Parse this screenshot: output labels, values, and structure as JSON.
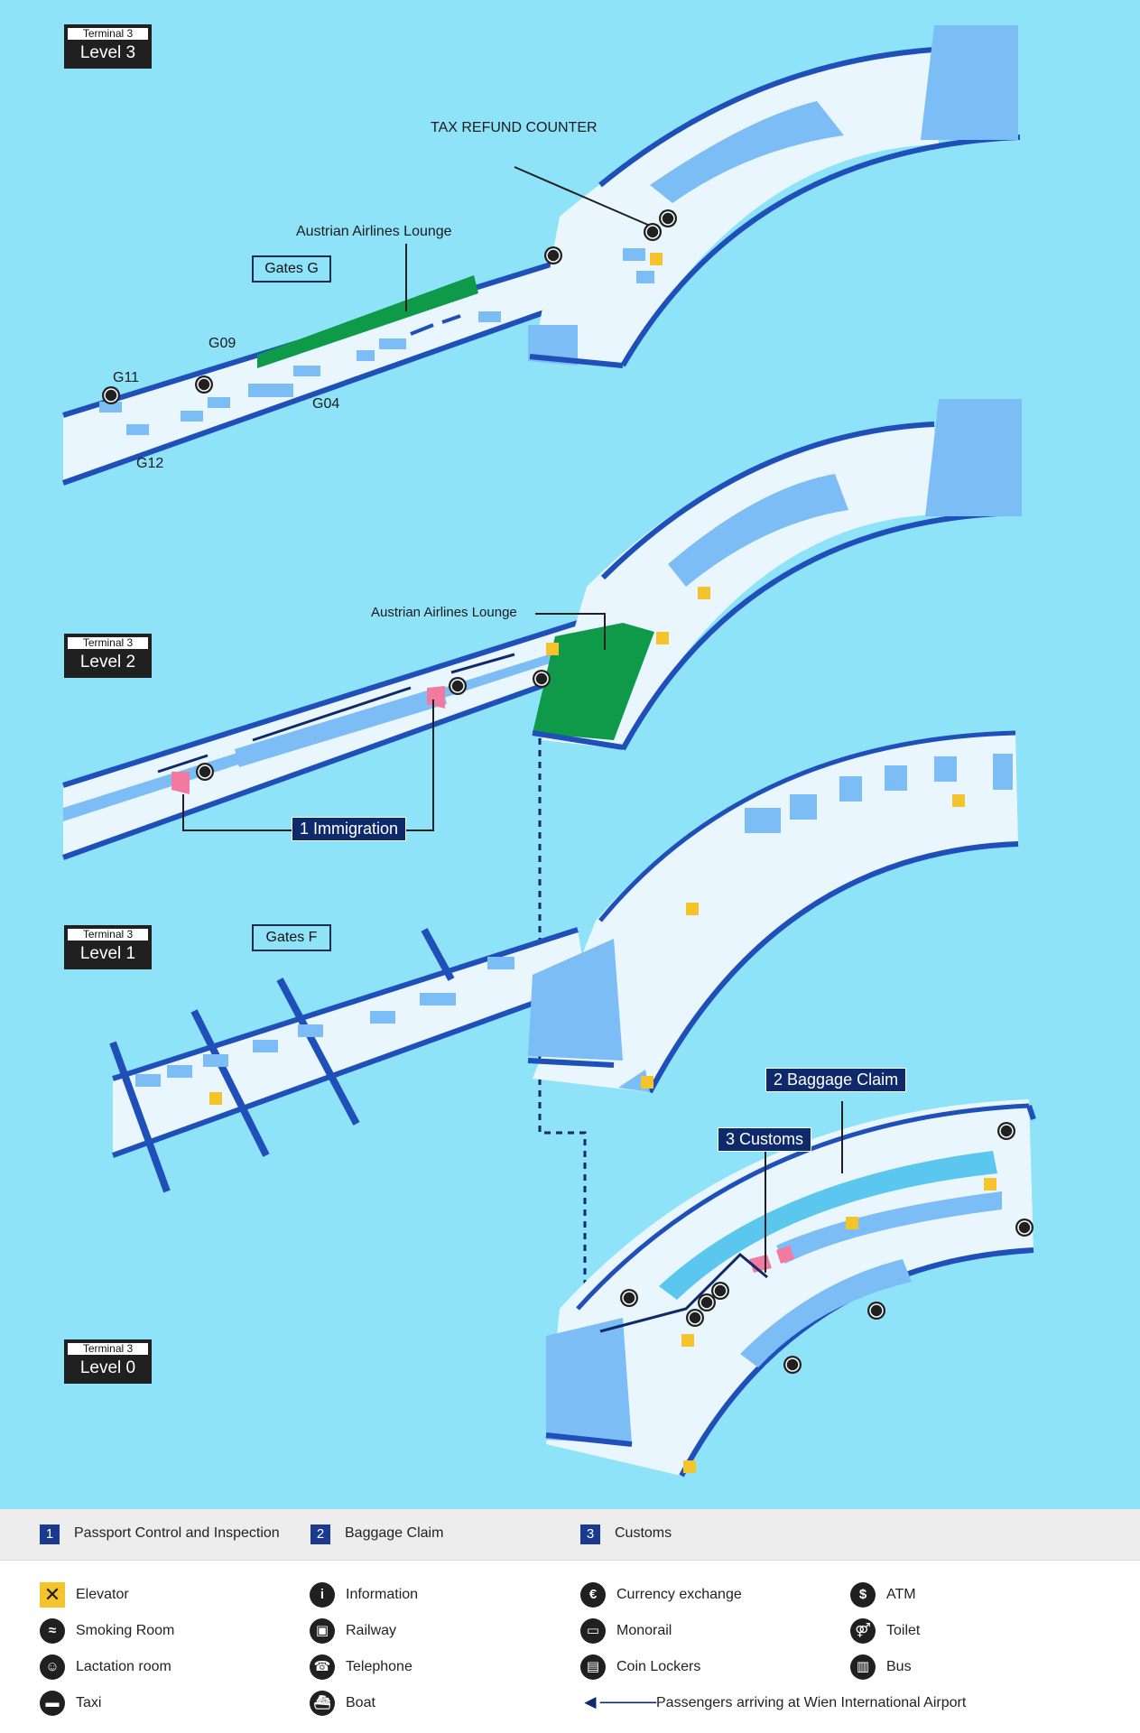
{
  "levels": [
    {
      "terminal": "Terminal 3",
      "level": "Level 3"
    },
    {
      "terminal": "Terminal 3",
      "level": "Level 2"
    },
    {
      "terminal": "Terminal 3",
      "level": "Level 1"
    },
    {
      "terminal": "Terminal 3",
      "level": "Level 0"
    }
  ],
  "level3": {
    "tax_refund": "TAX REFUND COUNTER",
    "lounge": "Austrian Airlines Lounge",
    "gates_box": "Gates G",
    "gates": [
      "G09",
      "G11",
      "G04",
      "G12"
    ]
  },
  "level2": {
    "lounge": "Austrian Airlines Lounge",
    "immigration": "1 Immigration"
  },
  "level1": {
    "gates_box": "Gates F"
  },
  "level0": {
    "baggage_claim": "2 Baggage Claim",
    "customs": "3 Customs"
  },
  "key": [
    {
      "num": "1",
      "label": "Passport Control and Inspection"
    },
    {
      "num": "2",
      "label": "Baggage Claim"
    },
    {
      "num": "3",
      "label": "Customs"
    }
  ],
  "legend": [
    {
      "icon": "elevator-icon",
      "label": "Elevator"
    },
    {
      "icon": "information-icon",
      "label": "Information"
    },
    {
      "icon": "currency-exchange-icon",
      "label": "Currency exchange"
    },
    {
      "icon": "atm-icon",
      "label": "ATM"
    },
    {
      "icon": "smoking-room-icon",
      "label": "Smoking Room"
    },
    {
      "icon": "railway-icon",
      "label": "Railway"
    },
    {
      "icon": "monorail-icon",
      "label": "Monorail"
    },
    {
      "icon": "toilet-icon",
      "label": "Toilet"
    },
    {
      "icon": "lactation-room-icon",
      "label": "Lactation room"
    },
    {
      "icon": "telephone-icon",
      "label": "Telephone"
    },
    {
      "icon": "coin-lockers-icon",
      "label": "Coin Lockers"
    },
    {
      "icon": "bus-icon",
      "label": "Bus"
    },
    {
      "icon": "taxi-icon",
      "label": "Taxi"
    },
    {
      "icon": "boat-icon",
      "label": "Boat"
    },
    {
      "icon": "arrival-route-icon",
      "label": "Passengers arriving at Wien International Airport"
    }
  ],
  "colors": {
    "water": "#8ee3f9",
    "floor": "#eaf6fd",
    "block": "#7dbdf5",
    "edge": "#1f4fb8",
    "lounge": "#0f9a4a",
    "nav": "#0f2a6b",
    "elevator": "#f5c42c"
  }
}
